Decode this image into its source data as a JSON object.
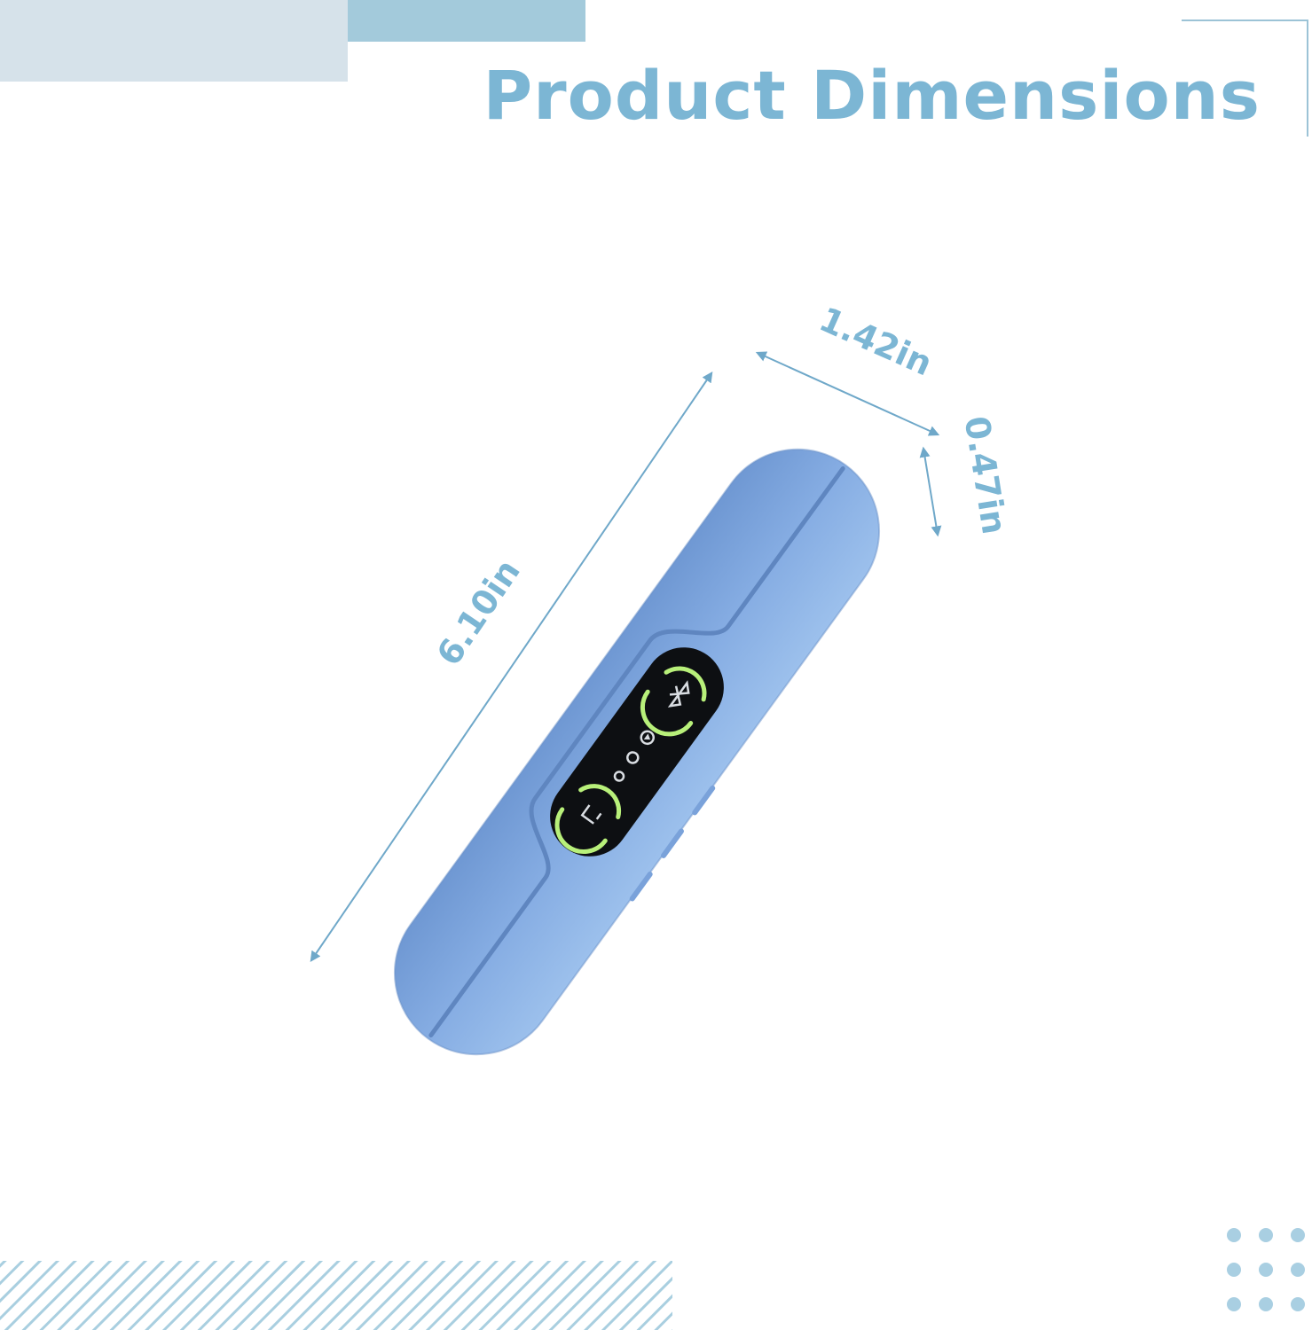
{
  "title": "Product Dimensions",
  "dimensions": {
    "length": "6.10in",
    "width": "1.42in",
    "thickness": "0.47in"
  },
  "colors": {
    "accent": "#7cb6d4",
    "device_blue": "#8fb3e4",
    "device_shadow": "#6e98d2",
    "panel_black": "#0d0f12",
    "indicator_green": "#b8f07a",
    "deco_light": "#d6e2ea",
    "deco_mid": "#a3cadb"
  },
  "icons": [
    "bluetooth-icon",
    "play-icon",
    "fan-icon",
    "light-icon",
    "power-icon"
  ]
}
